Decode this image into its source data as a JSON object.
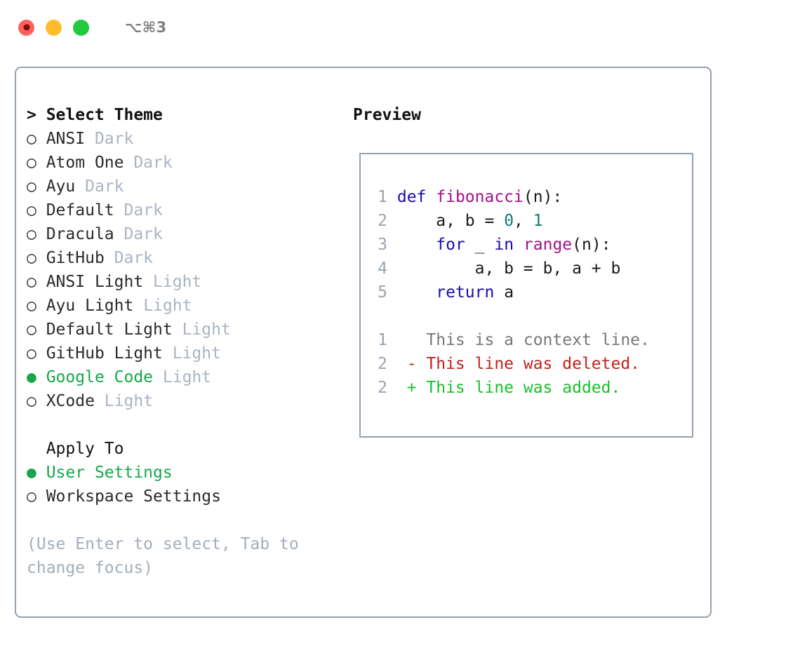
{
  "titlebar": {
    "lights": [
      {
        "name": "close-button",
        "color": "#ff6159"
      },
      {
        "name": "minimize-button",
        "color": "#ffbd2e"
      },
      {
        "name": "maximize-button",
        "color": "#22c93d"
      }
    ],
    "shortcut": "⌥⌘3"
  },
  "themes": {
    "header": "> Select Theme",
    "items": [
      {
        "bullet": "○",
        "name": "ANSI",
        "tag": "Dark",
        "selected": false
      },
      {
        "bullet": "○",
        "name": "Atom One",
        "tag": "Dark",
        "selected": false
      },
      {
        "bullet": "○",
        "name": "Ayu",
        "tag": "Dark",
        "selected": false
      },
      {
        "bullet": "○",
        "name": "Default",
        "tag": "Dark",
        "selected": false
      },
      {
        "bullet": "○",
        "name": "Dracula",
        "tag": "Dark",
        "selected": false
      },
      {
        "bullet": "○",
        "name": "GitHub",
        "tag": "Dark",
        "selected": false
      },
      {
        "bullet": "○",
        "name": "ANSI Light",
        "tag": "Light",
        "selected": false
      },
      {
        "bullet": "○",
        "name": "Ayu Light",
        "tag": "Light",
        "selected": false
      },
      {
        "bullet": "○",
        "name": "Default Light",
        "tag": "Light",
        "selected": false
      },
      {
        "bullet": "○",
        "name": "GitHub Light",
        "tag": "Light",
        "selected": false
      },
      {
        "bullet": "●",
        "name": "Google Code",
        "tag": "Light",
        "selected": true
      },
      {
        "bullet": "○",
        "name": "XCode",
        "tag": "Light",
        "selected": false
      }
    ]
  },
  "apply_to": {
    "title": "  Apply To",
    "items": [
      {
        "bullet": "●",
        "name": "User Settings",
        "selected": true
      },
      {
        "bullet": "○",
        "name": "Workspace Settings",
        "selected": false
      }
    ]
  },
  "hint": "(Use Enter to select, Tab to change focus)",
  "preview": {
    "title": "Preview",
    "code_lines": [
      {
        "num": "1",
        "tokens": [
          {
            "t": "def ",
            "c": "kw"
          },
          {
            "t": "fibonacci",
            "c": "fn"
          },
          {
            "t": "(n):",
            "c": "plain"
          }
        ]
      },
      {
        "num": "2",
        "tokens": [
          {
            "t": "    a, b = ",
            "c": "plain"
          },
          {
            "t": "0",
            "c": "num"
          },
          {
            "t": ", ",
            "c": "plain"
          },
          {
            "t": "1",
            "c": "num"
          }
        ]
      },
      {
        "num": "3",
        "tokens": [
          {
            "t": "    ",
            "c": "plain"
          },
          {
            "t": "for",
            "c": "kw"
          },
          {
            "t": " _ ",
            "c": "plain"
          },
          {
            "t": "in",
            "c": "kw"
          },
          {
            "t": " ",
            "c": "plain"
          },
          {
            "t": "range",
            "c": "fn"
          },
          {
            "t": "(n):",
            "c": "plain"
          }
        ]
      },
      {
        "num": "4",
        "tokens": [
          {
            "t": "        a, b = b, a + b",
            "c": "plain"
          }
        ]
      },
      {
        "num": "5",
        "tokens": [
          {
            "t": "    ",
            "c": "plain"
          },
          {
            "t": "return",
            "c": "kw"
          },
          {
            "t": " a",
            "c": "plain"
          }
        ]
      }
    ],
    "diff_lines": [
      {
        "num": "1",
        "marker": "  ",
        "text": "This is a context line.",
        "kind": "ctx"
      },
      {
        "num": "2",
        "marker": "- ",
        "text": "This line was deleted.",
        "kind": "del"
      },
      {
        "num": "2",
        "marker": "+ ",
        "text": "This line was added.",
        "kind": "add"
      }
    ]
  },
  "colors": {
    "border": "#93a0b0",
    "accent_green": "#16a74a",
    "muted": "#aab4c0",
    "keyword": "#1a0dab",
    "function": "#a3108a",
    "number": "#0c7b77",
    "diff_add": "#1bbf2a",
    "diff_del": "#c0221a"
  }
}
